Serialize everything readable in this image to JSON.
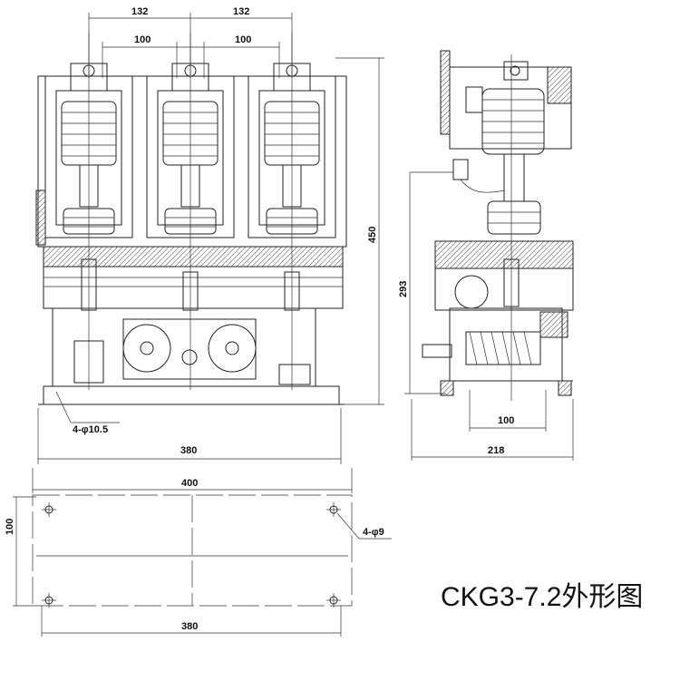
{
  "title": "CKG3-7.2外形图",
  "front_view": {
    "dim_pitch_outer_1": "132",
    "dim_pitch_outer_2": "132",
    "dim_pitch_inner_1": "100",
    "dim_pitch_inner_2": "100",
    "dim_height": "450",
    "dim_width": "380",
    "hole_note": "4-φ10.5"
  },
  "side_view": {
    "dim_height": "293",
    "dim_base": "100",
    "dim_depth": "218"
  },
  "base_plate": {
    "dim_length": "400",
    "dim_width": "100",
    "dim_hole_spacing": "380",
    "hole_note": "4-φ9"
  }
}
